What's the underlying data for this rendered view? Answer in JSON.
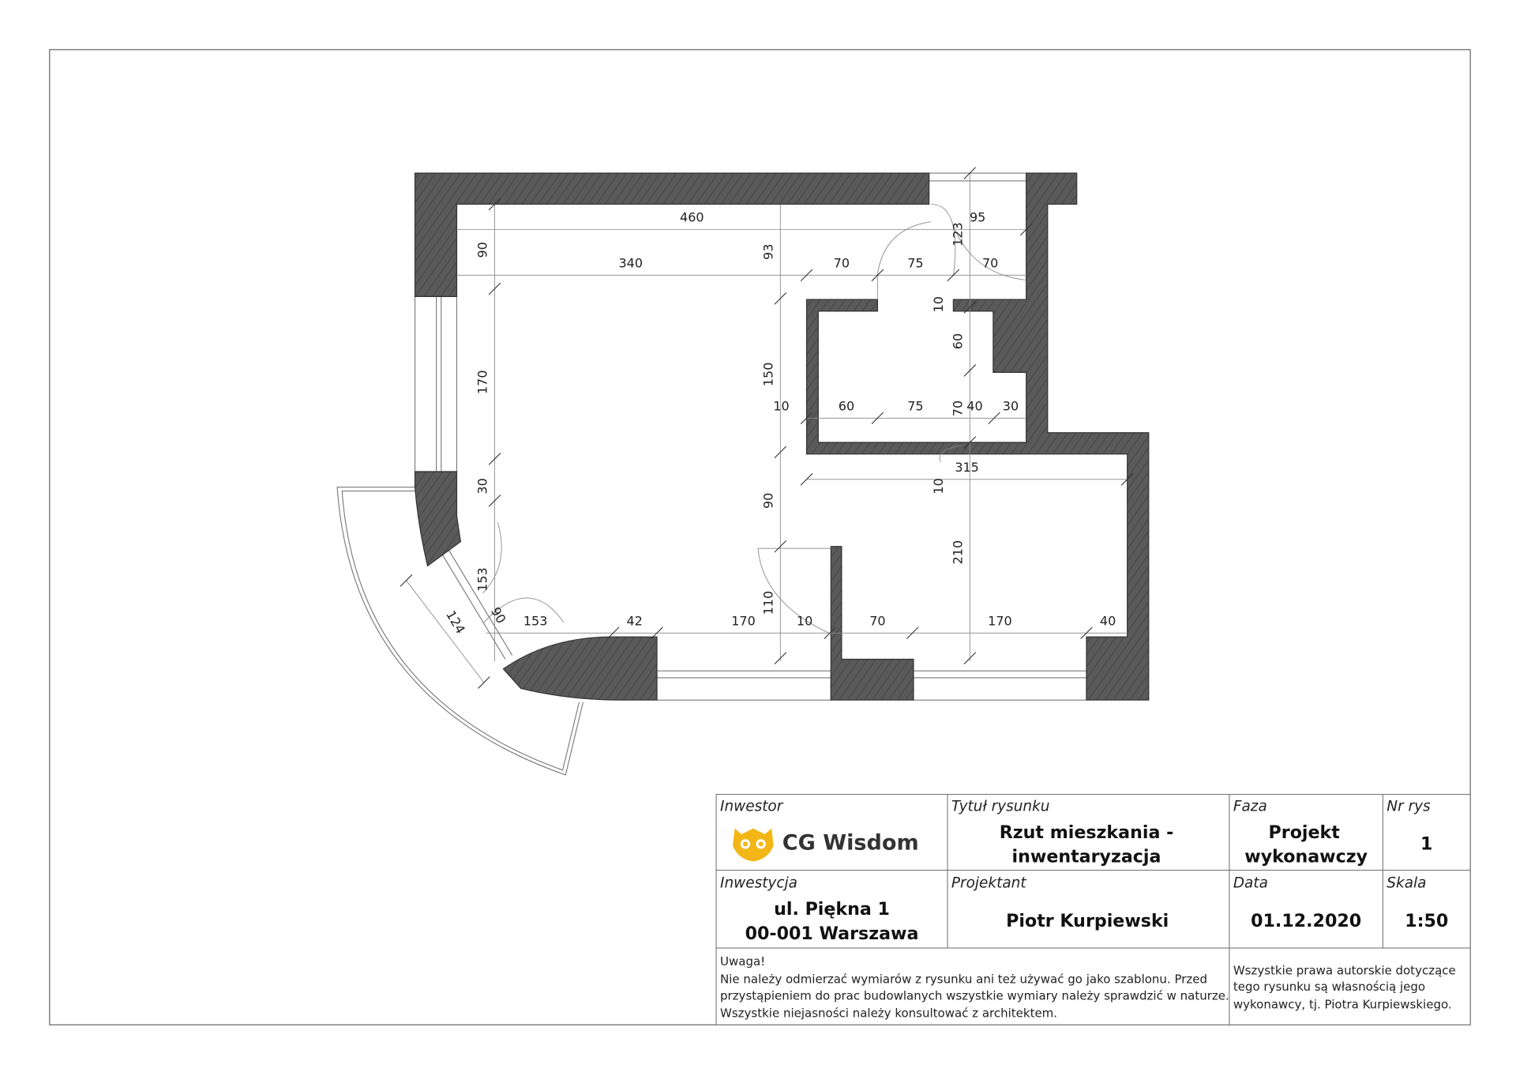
{
  "drawing": {
    "dimensions": {
      "d460": "460",
      "d95": "95",
      "d123": "123",
      "d90a": "90",
      "d340": "340",
      "d93": "93",
      "d70a": "70",
      "d75a": "75",
      "d70b": "70",
      "d10a": "10",
      "d60a": "60",
      "d170a": "170",
      "d150": "150",
      "d10b": "10",
      "d60b": "60",
      "d75b": "75",
      "d70c": "70",
      "d40a": "40",
      "d30a": "30",
      "d315": "315",
      "d10c": "10",
      "d30b": "30",
      "d90b": "90",
      "d210": "210",
      "d153a": "153",
      "d110": "110",
      "d124": "124",
      "d90c": "90",
      "d153b": "153",
      "d42": "42",
      "d170b": "170",
      "d10d": "10",
      "d70d": "70",
      "d170c": "170",
      "d40b": "40"
    },
    "wall_color": "#5a5a5a"
  },
  "title_block": {
    "investor_label": "Inwestor",
    "logo_text": "CG Wisdom",
    "logo_color": "#f2b617",
    "title_label": "Tytuł rysunku",
    "title_line1": "Rzut mieszkania -",
    "title_line2": "inwentaryzacja",
    "phase_label": "Faza",
    "phase_line1": "Projekt",
    "phase_line2": "wykonawczy",
    "number_label": "Nr rys",
    "number_value": "1",
    "investment_label": "Inwestycja",
    "investment_line1": "ul. Piękna 1",
    "investment_line2": "00-001 Warszawa",
    "designer_label": "Projektant",
    "designer_value": "Piotr Kurpiewski",
    "date_label": "Data",
    "date_value": "01.12.2020",
    "scale_label": "Skala",
    "scale_value": "1:50",
    "notice_title": "Uwaga!",
    "notice_line1": "Nie należy odmierzać wymiarów z rysunku ani też używać go jako szablonu. Przed",
    "notice_line2": "przystąpieniem do prac budowlanych wszystkie wymiary należy sprawdzić w naturze.",
    "notice_line3": "Wszystkie niejasności należy konsultować z architektem.",
    "copyright_line1": "Wszystkie prawa autorskie dotyczące",
    "copyright_line2": "tego rysunku są własnością jego",
    "copyright_line3": "wykonawcy, tj. Piotra Kurpiewskiego."
  }
}
